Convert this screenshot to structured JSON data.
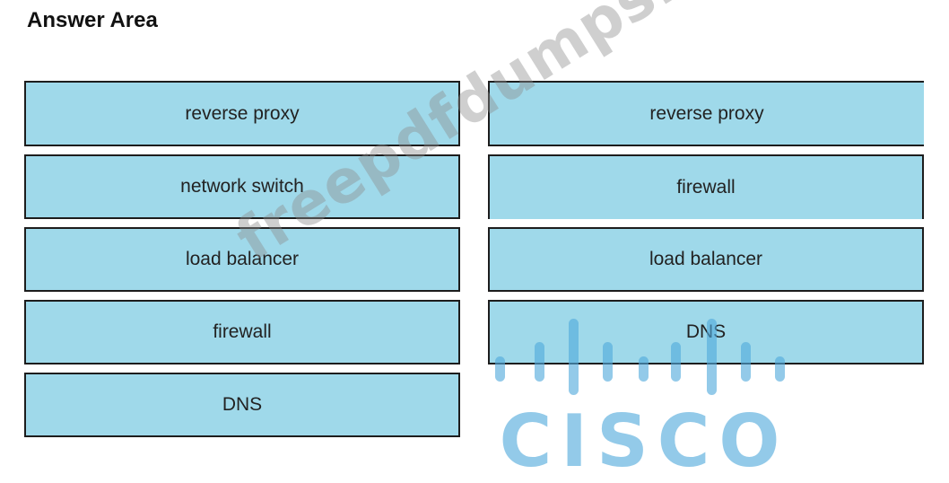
{
  "title": "Answer Area",
  "left_column": [
    {
      "label": "reverse proxy"
    },
    {
      "label": "network switch"
    },
    {
      "label": "load balancer"
    },
    {
      "label": "firewall"
    },
    {
      "label": "DNS"
    }
  ],
  "right_column": [
    {
      "label": "reverse proxy"
    },
    {
      "label": "firewall"
    },
    {
      "label": "load balancer"
    },
    {
      "label": "DNS"
    }
  ],
  "watermark": {
    "text": "freepdfdumps.com"
  },
  "logo": {
    "text": "CISCO"
  },
  "colors": {
    "box_fill": "#9fd9ea",
    "box_border": "#1d1d1d",
    "logo_blue": "#50aadc"
  }
}
